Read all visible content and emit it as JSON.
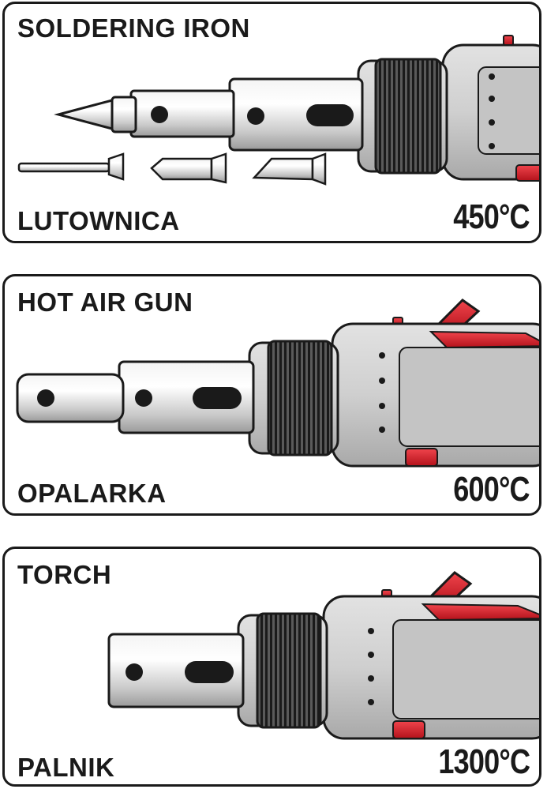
{
  "panels": [
    {
      "title_en": "SOLDERING IRON",
      "title_pl": "LUTOWNICA",
      "temperature": "450°C"
    },
    {
      "title_en": "HOT AIR GUN",
      "title_pl": "OPALARKA",
      "temperature": "600°C"
    },
    {
      "title_en": "TORCH",
      "title_pl": "PALNIK",
      "temperature": "1300°C"
    }
  ],
  "colors": {
    "metal": "#d4d4d4",
    "body": "#bfbfbf",
    "accent_red": "#d9202a",
    "outline": "#1a1a1a"
  },
  "icons": [
    "soldering-tip-icon",
    "hot-air-nozzle-icon",
    "torch-nozzle-icon",
    "tool-handle-icon"
  ]
}
